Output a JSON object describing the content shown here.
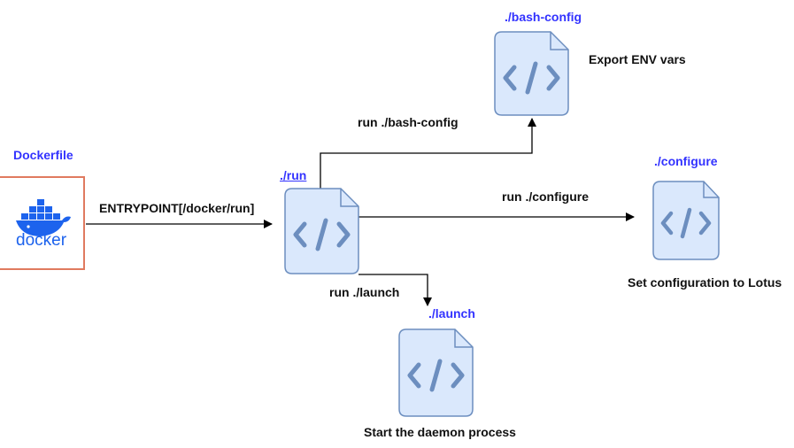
{
  "dockerfile": {
    "title": "Dockerfile",
    "logo_text": "docker",
    "logo_color": "#1d63ed"
  },
  "entrypoint": {
    "label": "ENTRYPOINT[/docker/run]"
  },
  "run": {
    "title": "./run"
  },
  "bash_config": {
    "title": "./bash-config",
    "edge_label": "run ./bash-config",
    "caption": "Export ENV vars"
  },
  "configure": {
    "title": "./configure",
    "edge_label": "run ./configure",
    "caption": "Set configuration to Lotus"
  },
  "launch": {
    "title": "./launch",
    "edge_label": "run ./launch",
    "caption": "Start the daemon process"
  },
  "colors": {
    "title_blue": "#3333ff",
    "file_fill": "#dae8fc",
    "file_stroke": "#6c8ebf",
    "docker_border": "#e07a5f",
    "edge": "#000000"
  },
  "icons": [
    "docker-logo-icon",
    "code-file-icon"
  ]
}
